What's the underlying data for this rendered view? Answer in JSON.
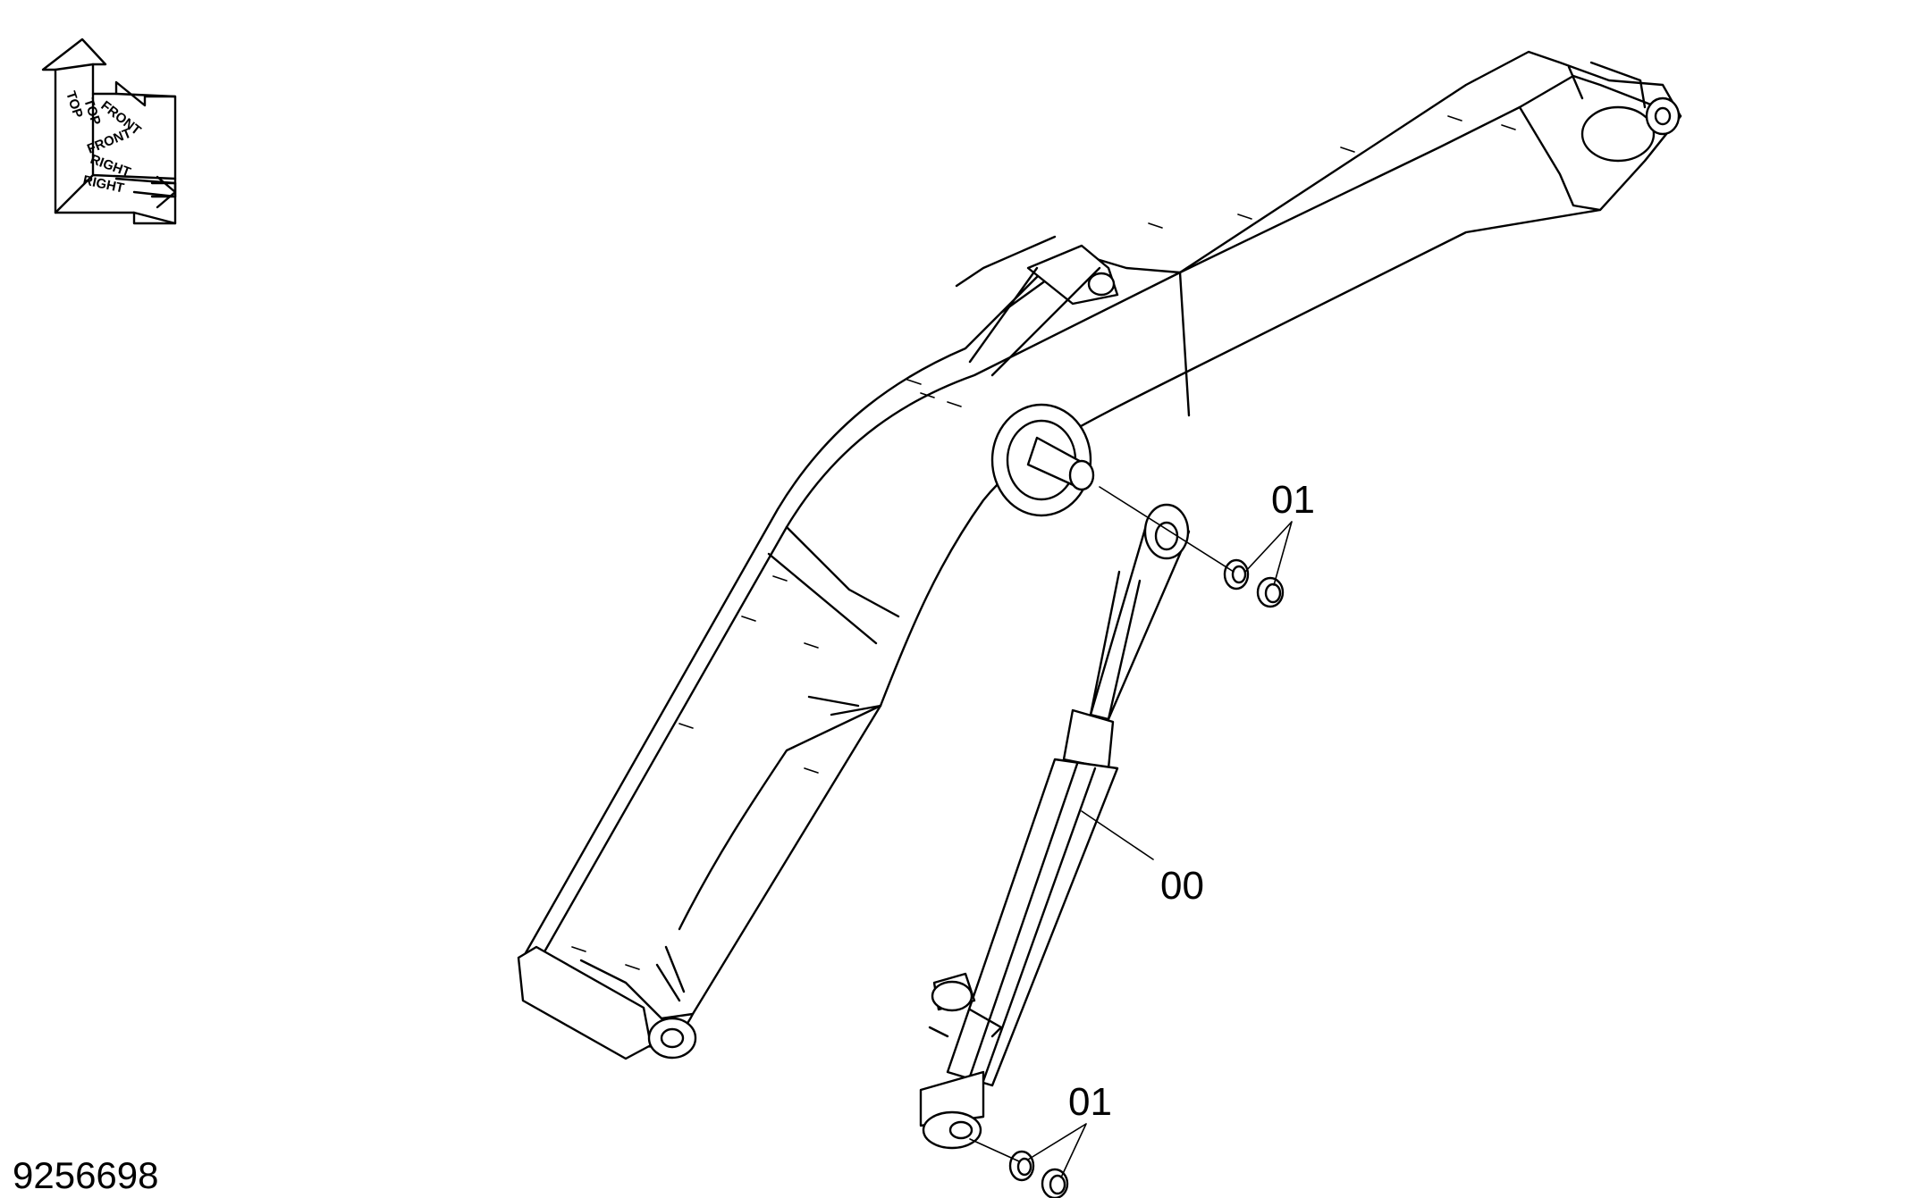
{
  "drawing_number": "9256698",
  "orientation": {
    "top": "TOP",
    "front": "FRONT",
    "right": "RIGHT"
  },
  "callouts": {
    "cylinder": "00",
    "pin_upper": "01",
    "pin_lower": "01"
  }
}
